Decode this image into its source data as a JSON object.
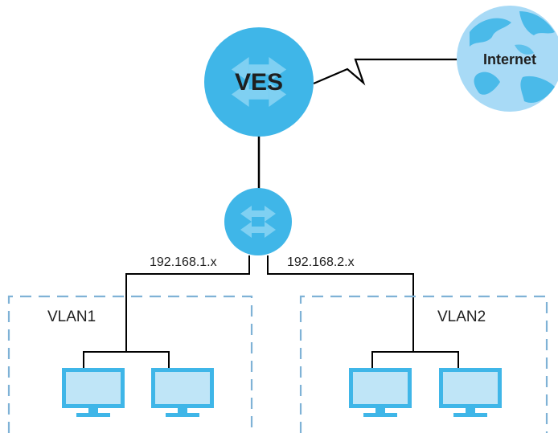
{
  "diagram": {
    "core_switch": {
      "label": "VES"
    },
    "internet": {
      "label": "Internet"
    },
    "subnet_left": {
      "label": "192.168.1.x"
    },
    "subnet_right": {
      "label": "192.168.2.x"
    },
    "vlan_left": {
      "label": "VLAN1"
    },
    "vlan_right": {
      "label": "VLAN2"
    }
  },
  "colors": {
    "device_blue": "#3fb6e8",
    "arrow_white": "#ffffff",
    "globe_fill": "#a8daf6",
    "globe_land": "#cdebfb",
    "internet_text": "#1a5e93",
    "line": "#000000",
    "vlan_border": "#7fb2d6",
    "monitor_frame": "#3fb6e8",
    "monitor_screen": "#bfe5f7"
  }
}
